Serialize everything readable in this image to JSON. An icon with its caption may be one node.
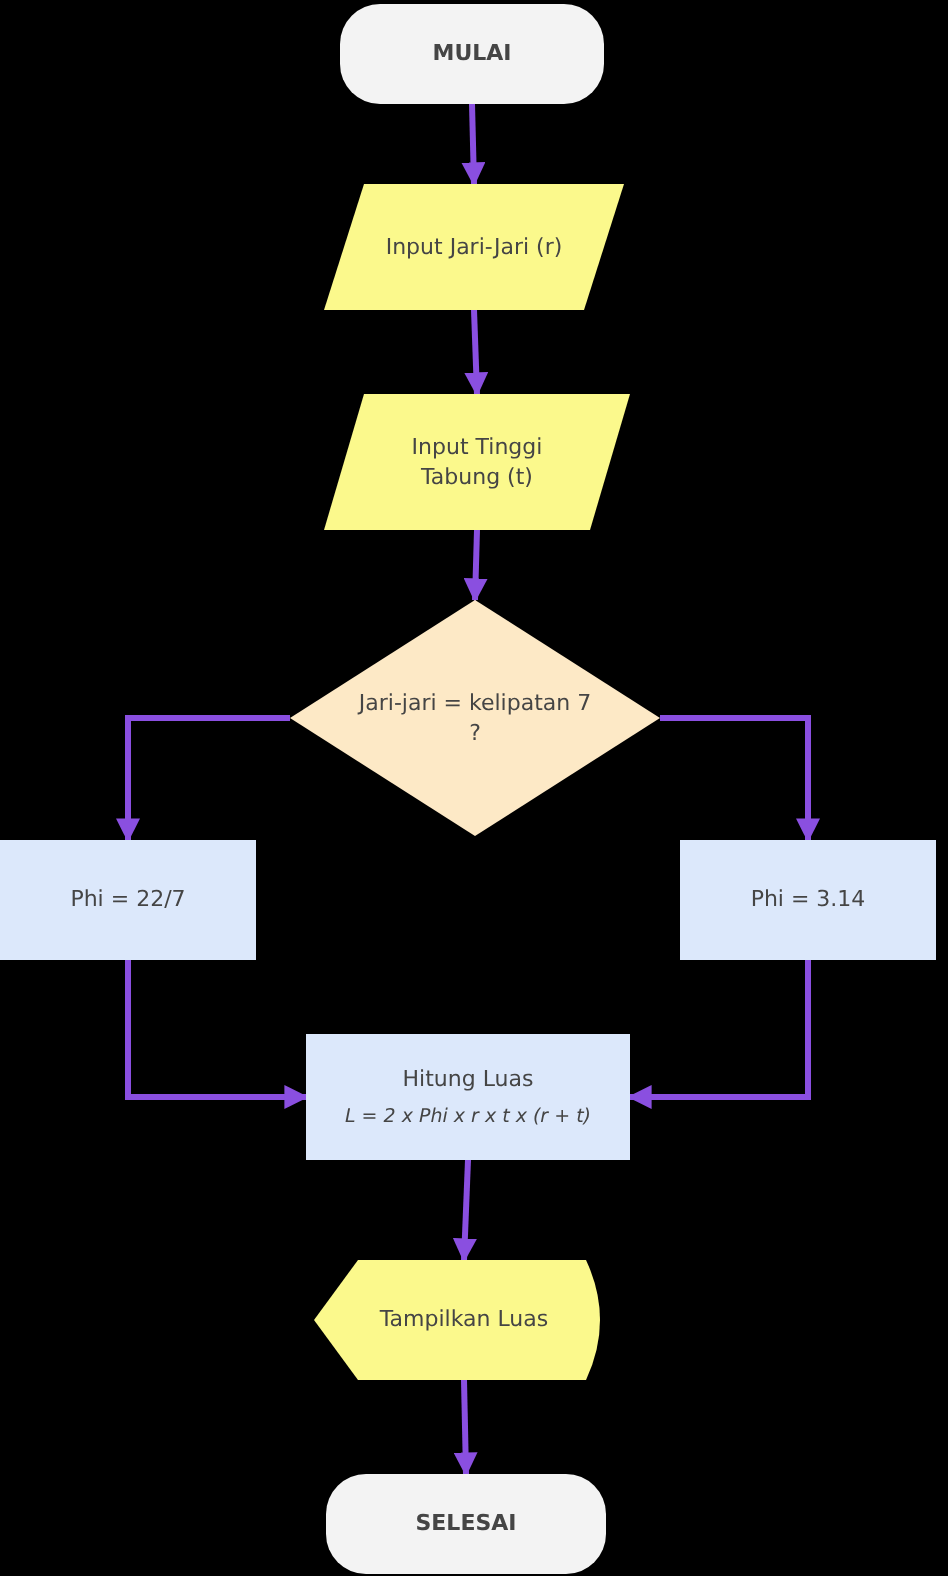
{
  "diagram": {
    "nodes": [
      {
        "text": [
          "MULAI"
        ]
      },
      {
        "text": [
          "Input Jari-Jari (r)"
        ]
      },
      {
        "text": [
          "Input Tinggi Tabung (t)"
        ]
      },
      {
        "text": [
          "Jari-jari = kelipatan 7 ?"
        ]
      },
      {
        "text": [
          "Phi = 22/7"
        ]
      },
      {
        "text": [
          "Phi = 3.14"
        ]
      },
      {
        "text": [
          "Hitung Luas",
          "L = 2 x Phi x r x t x (r + t)"
        ]
      },
      {
        "text": [
          "Tampilkan Luas"
        ]
      },
      {
        "text": [
          "SELESAI"
        ]
      }
    ],
    "edges": [
      {
        "from": 0,
        "to": 1,
        "arrow": "to"
      },
      {
        "from": 1,
        "to": 2,
        "arrow": "to"
      },
      {
        "from": 2,
        "to": 3,
        "arrow": "to"
      },
      {
        "from": 3,
        "to": 4,
        "arrow": "to"
      },
      {
        "from": 3,
        "to": 5,
        "arrow": "to"
      },
      {
        "from": 4,
        "to": 6,
        "arrow": "to"
      },
      {
        "from": 5,
        "to": 6,
        "arrow": "to"
      },
      {
        "from": 6,
        "to": 7,
        "arrow": "to"
      },
      {
        "from": 7,
        "to": 8,
        "arrow": "to"
      }
    ]
  }
}
